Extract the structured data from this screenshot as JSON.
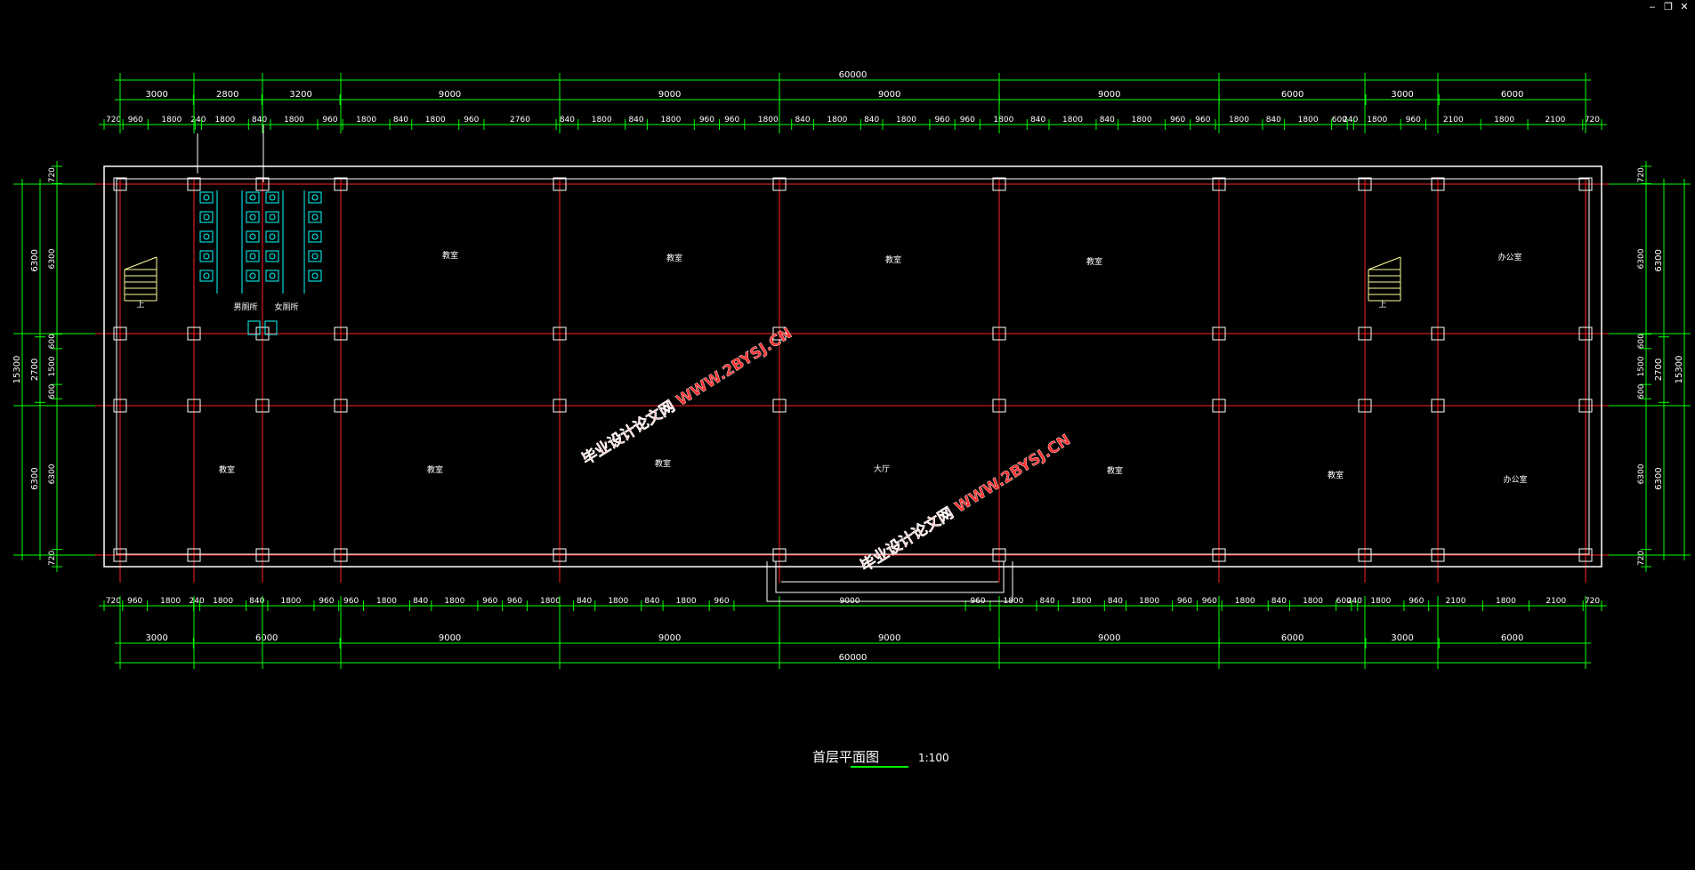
{
  "window": {
    "minimize_icon": "minimize-icon",
    "restore_icon": "restore-icon",
    "close_icon": "close-icon"
  },
  "drawing": {
    "title": "首层平面图",
    "scale": "1:100",
    "watermark": "毕业设计论文网 WWW.2BYSJ.CN",
    "colors": {
      "background": "#000000",
      "dimension": "#00ff00",
      "axis": "#ff2020",
      "wall": "#ffffff",
      "fixture": "#00ffff",
      "stair": "#ffff99",
      "watermark": "#ff3030"
    },
    "top": {
      "overall": "60000",
      "axes": [
        "3000",
        "2800",
        "3200",
        "9000",
        "9000",
        "9000",
        "9000",
        "6000",
        "3000",
        "6000"
      ],
      "details": [
        "720",
        "960",
        "1800",
        "240",
        "1800",
        "840",
        "1800",
        "960",
        "1800",
        "840",
        "1800",
        "960",
        "2760",
        "840",
        "1800",
        "840",
        "1800",
        "960",
        "960",
        "1800",
        "840",
        "1800",
        "840",
        "1800",
        "960",
        "960",
        "1800",
        "840",
        "1800",
        "840",
        "1800",
        "960",
        "960",
        "1800",
        "840",
        "1800",
        "600",
        "240",
        "1800",
        "960",
        "2100",
        "1800",
        "2100",
        "720"
      ]
    },
    "bottom": {
      "overall": "60000",
      "axes": [
        "3000",
        "6000",
        "9000",
        "9000",
        "9000",
        "9000",
        "6000",
        "3000",
        "6000"
      ],
      "details": [
        "720",
        "960",
        "1800",
        "240",
        "1800",
        "840",
        "1800",
        "960",
        "960",
        "1800",
        "840",
        "1800",
        "960",
        "960",
        "1800",
        "840",
        "1800",
        "840",
        "1800",
        "960",
        "9000",
        "960",
        "1800",
        "840",
        "1800",
        "840",
        "1800",
        "960",
        "960",
        "1800",
        "840",
        "1800",
        "600",
        "240",
        "1800",
        "960",
        "2100",
        "1800",
        "2100",
        "720"
      ]
    },
    "left": {
      "overall": "15300",
      "axes": [
        "6300",
        "2700",
        "6300"
      ],
      "details": [
        "720",
        "6300",
        "600",
        "1500",
        "600",
        "6300",
        "720"
      ]
    },
    "right": {
      "overall": "15300",
      "axes": [
        "6300",
        "2700",
        "6300"
      ],
      "details": [
        "720",
        "6300",
        "600",
        "1500",
        "600",
        "6300",
        "720"
      ]
    },
    "rooms": [
      {
        "label": "教室"
      },
      {
        "label": "教室"
      },
      {
        "label": "教室"
      },
      {
        "label": "教室"
      },
      {
        "label": "办公室"
      },
      {
        "label": "男厕所"
      },
      {
        "label": "女厕所"
      },
      {
        "label": "上"
      },
      {
        "label": "上"
      },
      {
        "label": "教室"
      },
      {
        "label": "教室"
      },
      {
        "label": "教室"
      },
      {
        "label": "大厅"
      },
      {
        "label": "教室"
      },
      {
        "label": "教室"
      },
      {
        "label": "办公室"
      }
    ]
  }
}
